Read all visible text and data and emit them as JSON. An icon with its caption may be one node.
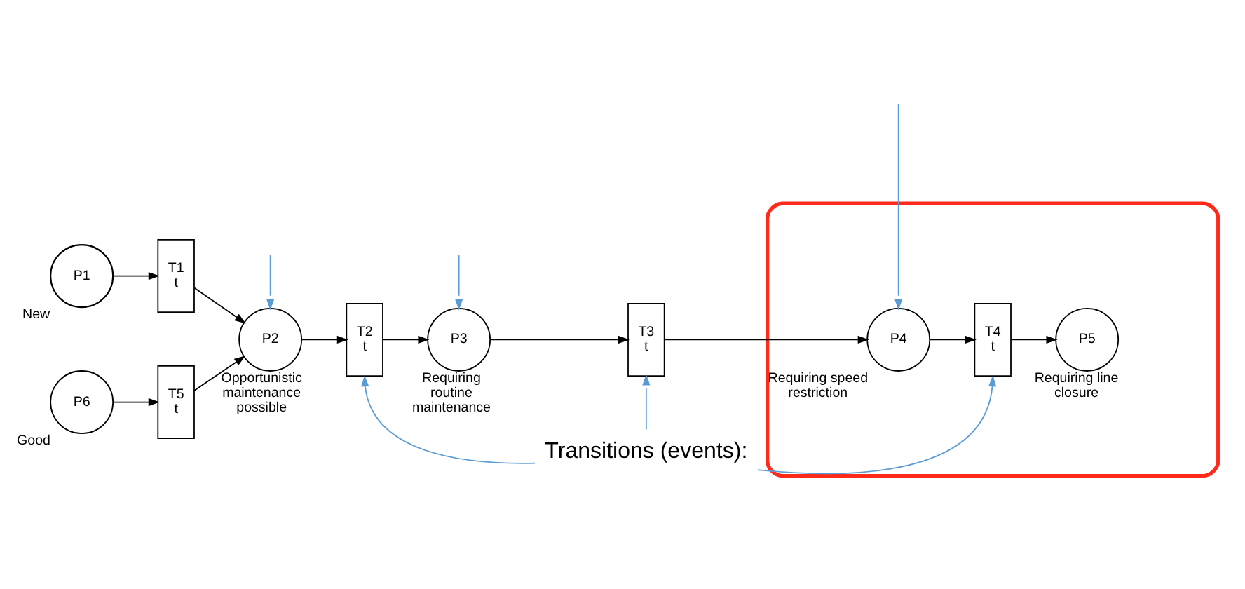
{
  "diagram": {
    "nodes": [
      {
        "text": [
          "P1"
        ],
        "beside": [
          "New"
        ]
      },
      {
        "text": [
          "T1",
          "t"
        ]
      },
      {
        "text": [
          "P2"
        ],
        "beside": [
          "Opportunistic maintenance possible"
        ]
      },
      {
        "text": [
          "T2",
          "t"
        ]
      },
      {
        "text": [
          "P3"
        ],
        "beside": [
          "Requiring routine maintenance"
        ]
      },
      {
        "text": [
          "T3",
          "t"
        ]
      },
      {
        "text": [],
        "shape": "ellipse"
      },
      {
        "text": [
          "P4"
        ],
        "beside": [
          "Requiring speed restriction"
        ],
        "in": 6
      },
      {
        "text": [
          "T4",
          "t"
        ],
        "in": 6
      },
      {
        "text": [
          "P5"
        ],
        "beside": [
          "Requiring line closure"
        ],
        "in": 6
      },
      {
        "text": [
          "P6"
        ],
        "beside": [
          "Good"
        ]
      },
      {
        "text": [
          "T5",
          "t"
        ]
      },
      {
        "text": [
          "Transitions (events):"
        ]
      }
    ],
    "edges": [
      {
        "from": 0,
        "to": 1,
        "arrow": "to"
      },
      {
        "from": 1,
        "to": 2,
        "arrow": "to"
      },
      {
        "from": 2,
        "to": 3,
        "arrow": "to"
      },
      {
        "from": 3,
        "to": 4,
        "arrow": "to"
      },
      {
        "from": 4,
        "to": 5,
        "arrow": "to"
      },
      {
        "from": 5,
        "to": 7,
        "arrow": "to"
      },
      {
        "from": 7,
        "to": 8,
        "arrow": "to"
      },
      {
        "from": 8,
        "to": 9,
        "arrow": "to"
      },
      {
        "from": 10,
        "to": 11,
        "arrow": "to"
      },
      {
        "from": 11,
        "to": 2,
        "arrow": "to"
      },
      {
        "from": null,
        "to": 2,
        "arrow": "to",
        "color": "#5b9bd5"
      },
      {
        "from": null,
        "to": 4,
        "arrow": "to",
        "color": "#5b9bd5"
      },
      {
        "from": null,
        "to": 7,
        "arrow": "to",
        "color": "#5b9bd5"
      },
      {
        "from": 12,
        "to": 3,
        "arrow": "to",
        "color": "#5b9bd5"
      },
      {
        "from": 12,
        "to": 5,
        "arrow": "to",
        "color": "#5b9bd5"
      },
      {
        "from": 12,
        "to": 8,
        "arrow": "to",
        "color": "#5b9bd5"
      }
    ]
  }
}
